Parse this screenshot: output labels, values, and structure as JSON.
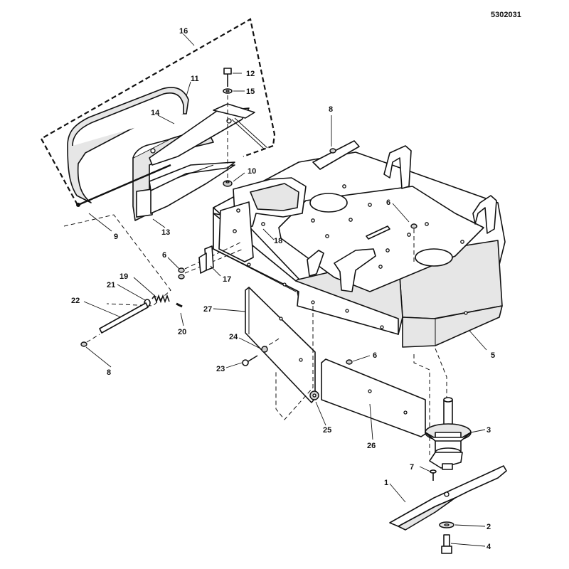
{
  "document_number": "5302031",
  "callouts": {
    "c1": "1",
    "c2": "2",
    "c3": "3",
    "c4": "4",
    "c5": "5",
    "c6a": "6",
    "c6b": "6",
    "c6c": "6",
    "c7": "7",
    "c8a": "8",
    "c8b": "8",
    "c9": "9",
    "c10": "10",
    "c11": "11",
    "c12": "12",
    "c13": "13",
    "c14": "14",
    "c15": "15",
    "c16": "16",
    "c17": "17",
    "c18": "18",
    "c19": "19",
    "c20": "20",
    "c21": "21",
    "c22": "22",
    "c23": "23",
    "c24": "24",
    "c25": "25",
    "c26": "26",
    "c27": "27"
  }
}
